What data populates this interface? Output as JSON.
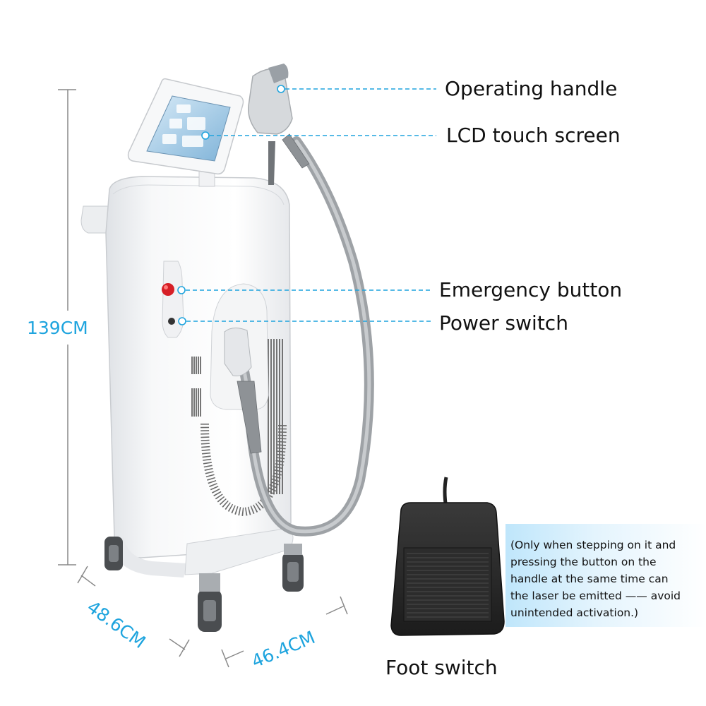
{
  "labels": {
    "operating_handle": "Operating handle",
    "lcd_touch_screen": "LCD touch screen",
    "emergency_button": "Emergency button",
    "power_switch": "Power switch",
    "foot_switch": "Foot switch"
  },
  "dimensions": {
    "height": "139CM",
    "depth": "48.6CM",
    "width": "46.4CM"
  },
  "note": {
    "lines": [
      "(Only when stepping on it and",
      "pressing the button on the",
      "handle at the same time can",
      "the laser be emitted —— avoid",
      "unintended activation.)"
    ]
  },
  "colors": {
    "accent": "#1ea4de",
    "machine_body": "#f3f4f6",
    "foot_pedal": "#2a2a2a"
  }
}
